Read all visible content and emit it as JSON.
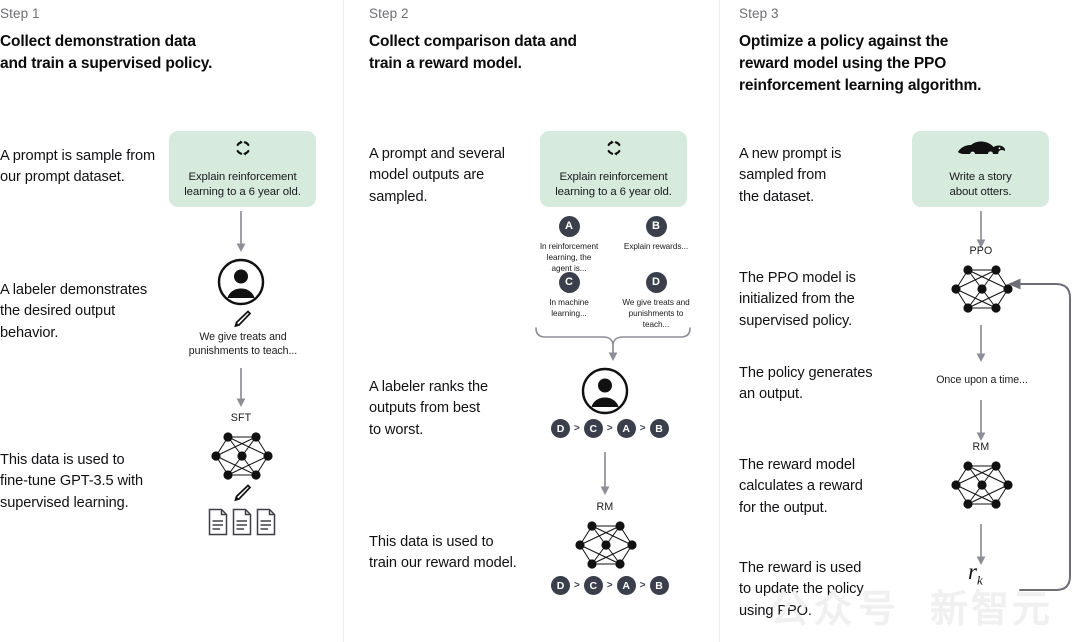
{
  "figure": {
    "title": "InstructGPT / ChatGPT three-step training diagram",
    "accent_green": "#d6eadd",
    "badge_color": "#3a3f4b",
    "arrow_color": "#8e8e96",
    "divider_color": "#eceded"
  },
  "watermark": {
    "left": "公众号",
    "right": "新智元"
  },
  "columns": [
    {
      "step_label": "Step 1",
      "title": "Collect demonstration data\nand train a supervised policy.",
      "paragraphs": [
        "A prompt is sample from\nour prompt dataset.",
        "A labeler demonstrates\nthe desired output\nbehavior.",
        "This data is used to\nfine-tune GPT-3.5 with\nsupervised learning."
      ],
      "prompt_card": {
        "icon": "refresh-cycle-icon",
        "text": "Explain reinforcement\nlearning to a 6 year old."
      },
      "labeler_caption": "We give treats and\npunishments to teach...",
      "network_label": "SFT",
      "documents_count": 3
    },
    {
      "step_label": "Step 2",
      "title": "Collect comparison data and\ntrain a reward model.",
      "paragraphs": [
        "A prompt and several\nmodel outputs are\nsampled.",
        "A labeler ranks the\noutputs from best\nto worst.",
        "This data is used to\ntrain our reward model."
      ],
      "prompt_card": {
        "icon": "refresh-cycle-icon",
        "text": "Explain reinforcement\nlearning to a 6 year old."
      },
      "options": [
        {
          "letter": "A",
          "text": "In reinforcement\nlearning, the\nagent is..."
        },
        {
          "letter": "B",
          "text": "Explain rewards..."
        },
        {
          "letter": "C",
          "text": "In machine\nlearning..."
        },
        {
          "letter": "D",
          "text": "We give treats and\npunishments to\nteach..."
        }
      ],
      "ranking": [
        "D",
        "C",
        "A",
        "B"
      ],
      "ranking_separator": ">",
      "network_label": "RM"
    },
    {
      "step_label": "Step 3",
      "title": "Optimize a policy against the\nreward model using the PPO\nreinforcement learning algorithm.",
      "paragraphs": [
        "A new prompt is\nsampled from\nthe dataset.",
        "The PPO model is\ninitialized from the\nsupervised policy.",
        "The policy generates\nan output.",
        "The reward model\ncalculates a reward\nfor the output.",
        "The reward is used\nto update the policy\nusing PPO."
      ],
      "prompt_card": {
        "icon": "otter-icon",
        "text": "Write a story\nabout otters."
      },
      "network_labels": [
        "PPO",
        "RM"
      ],
      "generated_output": "Once upon a time...",
      "reward_symbol": {
        "base": "r",
        "subscript": "k"
      }
    }
  ]
}
